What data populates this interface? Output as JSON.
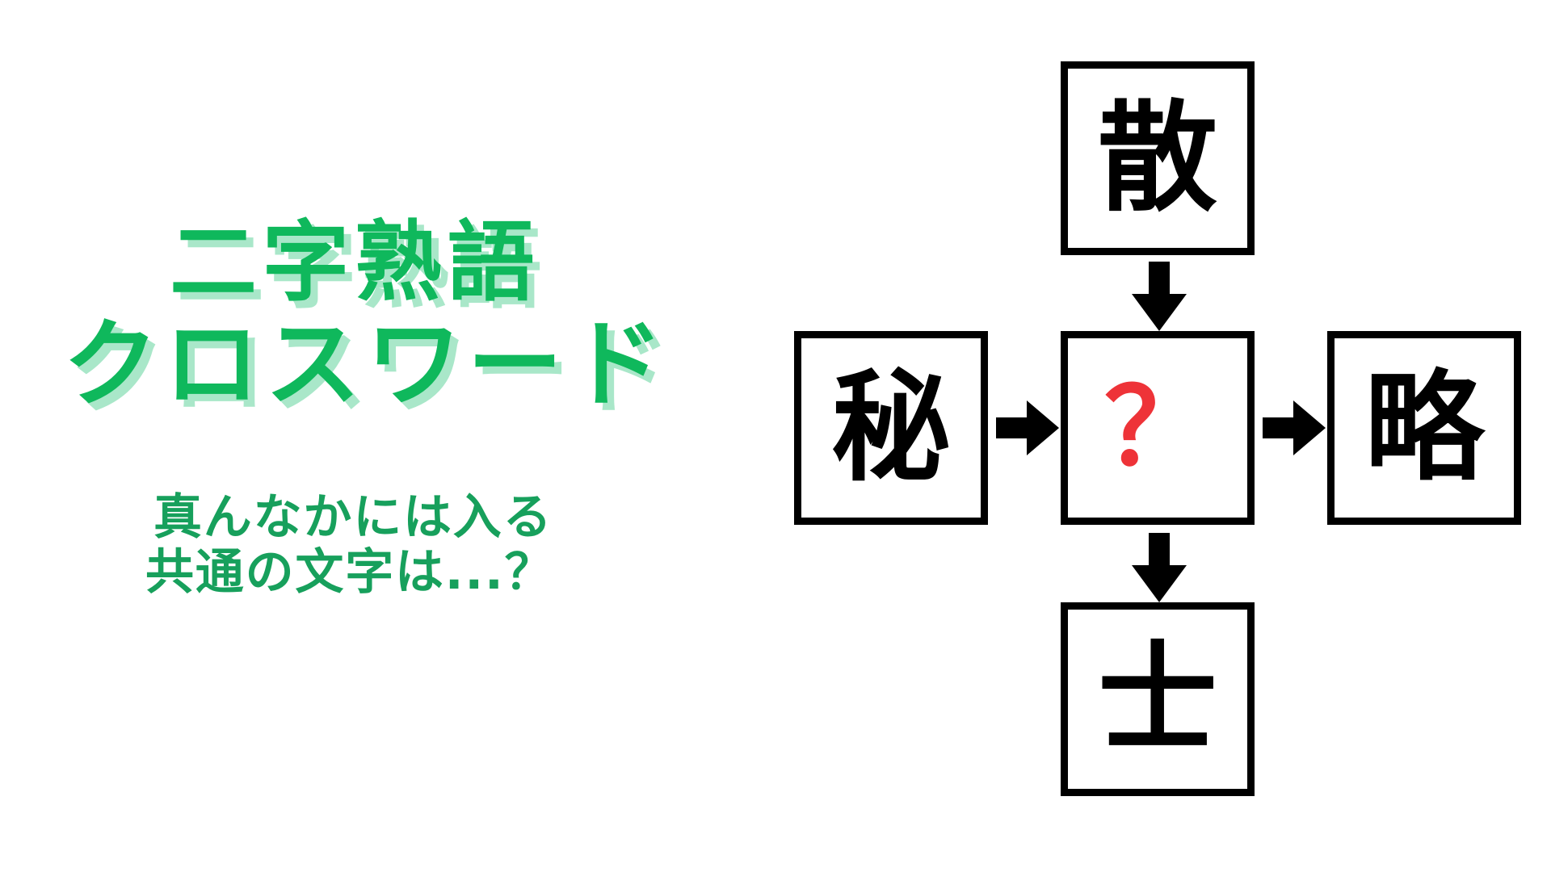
{
  "page": {
    "background_color": "#ffffff"
  },
  "headline": {
    "line1": "二字熟語",
    "line2": "クロスワード",
    "text_color": "#0FB85C",
    "shadow_color": "#A9E7C9"
  },
  "subtitle": {
    "line1": "真んなかには入る",
    "line2": "共通の文字は...？",
    "text_color": "#17A05C"
  },
  "crossword": {
    "answer_color": "#EE3338",
    "border_color": "#000000",
    "cells": {
      "top": "散",
      "left": "秘",
      "center": "？",
      "right": "略",
      "bottom": "士"
    },
    "arrows": [
      {
        "name": "arrow-top-to-center",
        "direction": "down"
      },
      {
        "name": "arrow-left-to-center",
        "direction": "right"
      },
      {
        "name": "arrow-center-to-right",
        "direction": "right"
      },
      {
        "name": "arrow-center-to-bottom",
        "direction": "down"
      }
    ]
  }
}
